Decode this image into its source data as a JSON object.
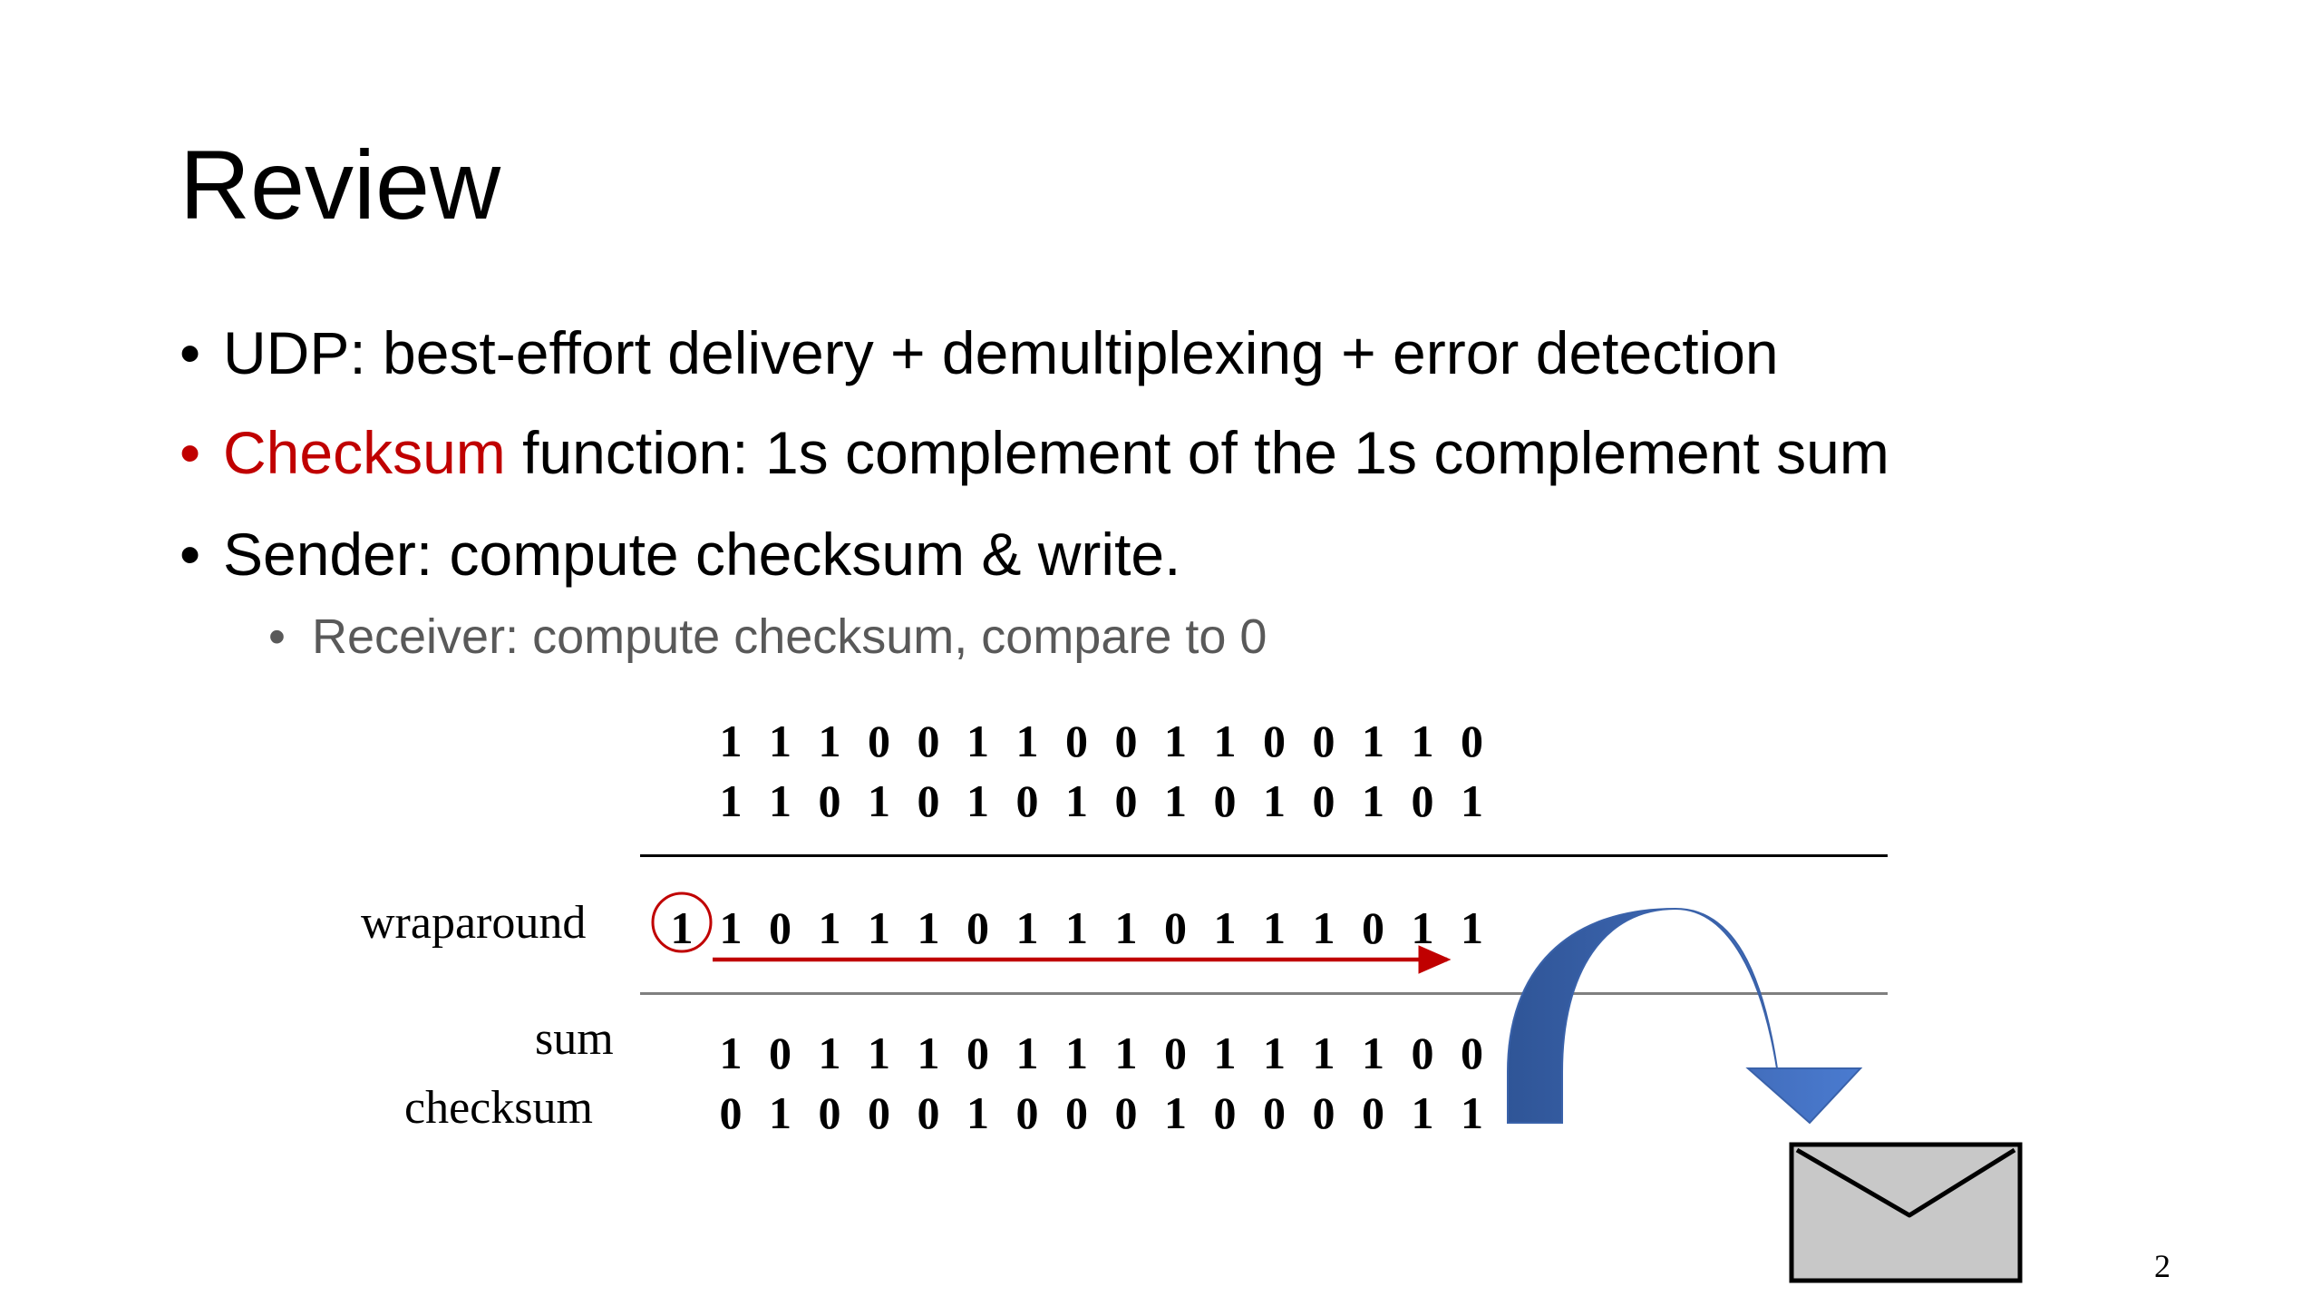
{
  "slide": {
    "title": "Review",
    "page_number": "2"
  },
  "bullets": [
    {
      "symbol": "•",
      "highlight": "",
      "text": "UDP: best-effort delivery + demultiplexing + error detection"
    },
    {
      "symbol": "•",
      "highlight": "Checksum",
      "text": " function: 1s complement of the 1s complement sum"
    },
    {
      "symbol": "•",
      "highlight": "",
      "text": "Sender: compute checksum & write."
    }
  ],
  "sub_bullet": {
    "symbol": "•",
    "text": "Receiver: compute checksum, compare to 0"
  },
  "checksum_example": {
    "operand1": "1110011001100110",
    "operand2": "1101010101010101",
    "wraparound_label": "wraparound",
    "wraparound_carry": "1",
    "wraparound_bits": "1011101110111011",
    "sum_label": "sum",
    "sum_bits": "1011101110111100",
    "checksum_label": "checksum",
    "checksum_bits": "0100010001000011"
  },
  "colors": {
    "accent_red": "#c00000",
    "arrow_blue": "#4472c4",
    "envelope_fill": "#c8c8c8",
    "sub_bullet_gray": "#595959"
  },
  "icons": {
    "send_arrow": "curved-arrow-icon",
    "message": "envelope-icon"
  }
}
